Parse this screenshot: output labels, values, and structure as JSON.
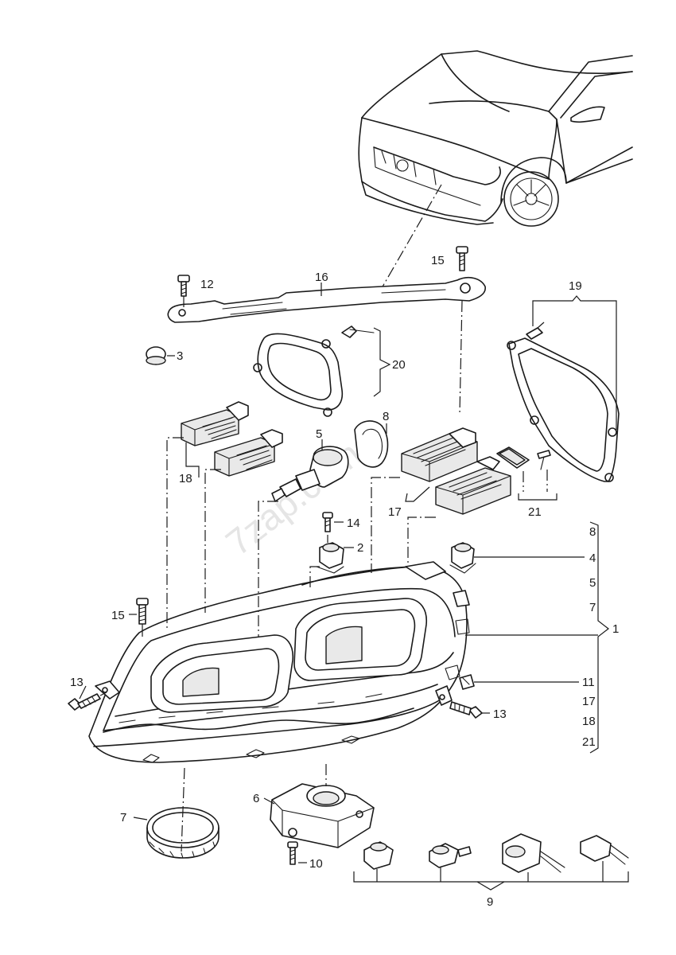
{
  "watermark": "7zap.com",
  "callouts": {
    "n1": "1",
    "n2": "2",
    "n3": "3",
    "n4": "4",
    "n5": "5",
    "n6": "6",
    "n7": "7",
    "n8": "8",
    "n9": "9",
    "n10": "10",
    "n11": "11",
    "n12": "12",
    "n13": "13",
    "n14": "14",
    "n15": "15",
    "n16": "16",
    "n17": "17",
    "n18": "18",
    "n19": "19",
    "n20": "20",
    "n21": "21"
  },
  "bracket_list": [
    "8",
    "4",
    "5",
    "7",
    "11",
    "17",
    "18",
    "21"
  ]
}
